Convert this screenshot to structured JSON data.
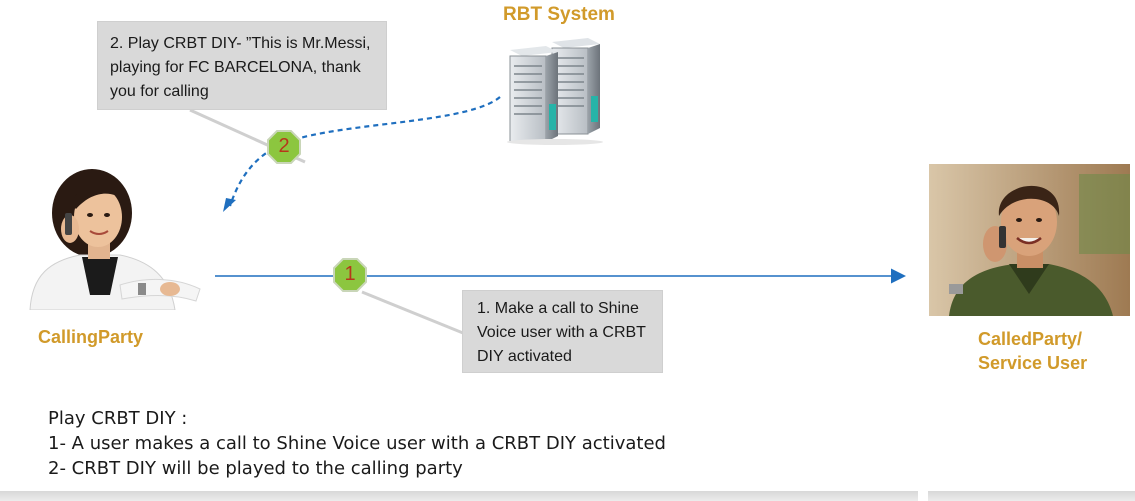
{
  "title": "RBT System",
  "callout_step2": "2. Play CRBT DIY- ”This is Mr.Messi, playing for FC BARCELONA, thank you for calling",
  "callout_step1": "1. Make a call to Shine Voice user with a CRBT DIY activated",
  "badges": {
    "step1": "1",
    "step2": "2"
  },
  "calling_party_label": "CallingParty",
  "called_party_label_line1": "CalledParty/",
  "called_party_label_line2": "Service User",
  "caption": {
    "heading": "Play CRBT DIY :",
    "line1": "1- A user makes a call to Shine Voice user with a CRBT DIY activated",
    "line2": "2- CRBT DIY will be played to the calling party"
  },
  "colors": {
    "gold": "#d19a2a",
    "arrow_blue": "#1f6fbf",
    "badge_green": "#8cc63f",
    "callout_gray": "#d9d9d9"
  },
  "icons": [
    "server-icon",
    "woman-on-phone-photo",
    "man-on-phone-photo"
  ]
}
